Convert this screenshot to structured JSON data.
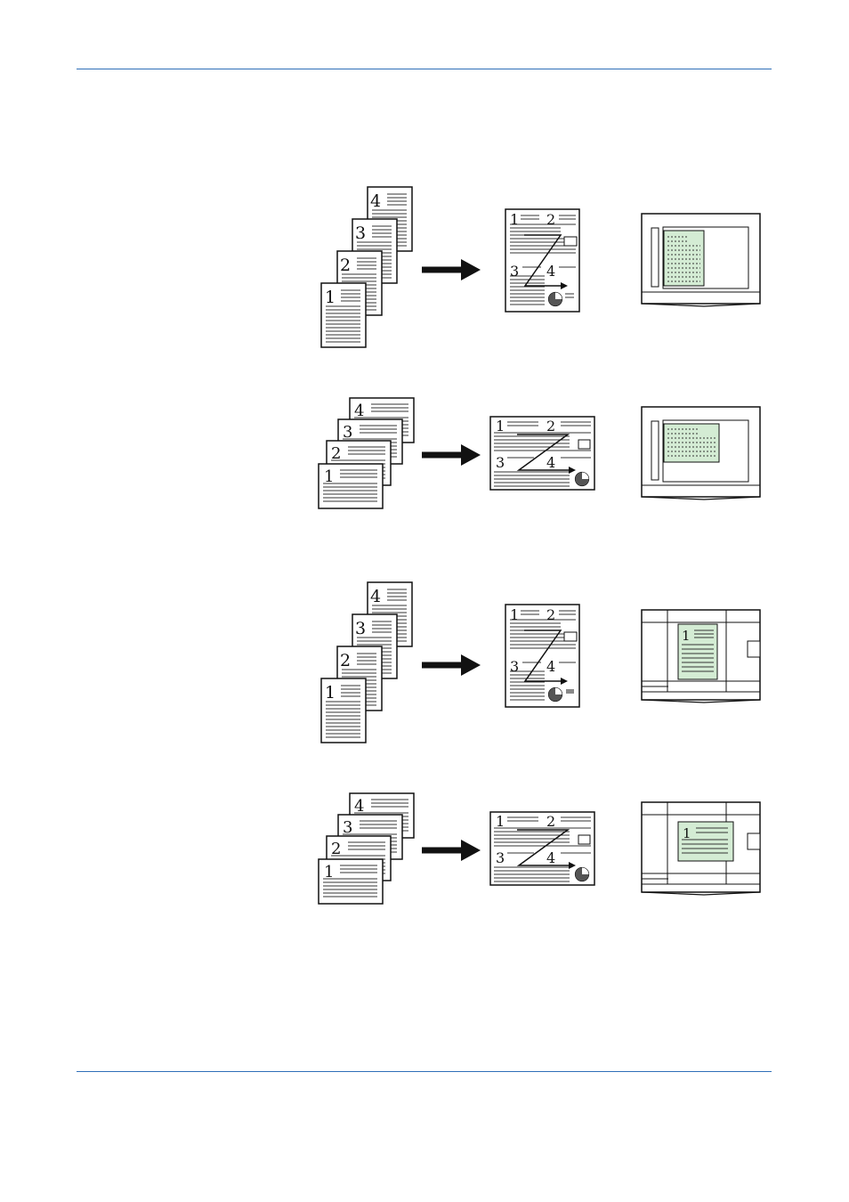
{
  "colors": {
    "rule": "#2f6fb8",
    "original_fill": "#d4ecd4",
    "ink": "#111111"
  },
  "page_numbers": [
    "1",
    "2",
    "3",
    "4"
  ],
  "diagrams": [
    {
      "id": "row1",
      "originals": "portrait",
      "output": "portrait-4in1",
      "placement": "glass-portrait"
    },
    {
      "id": "row2",
      "originals": "landscape",
      "output": "landscape-4in1",
      "placement": "glass-landscape"
    },
    {
      "id": "row3",
      "originals": "portrait",
      "output": "portrait-4in1",
      "placement": "document-processor-portrait",
      "placed_page": "1"
    },
    {
      "id": "row4",
      "originals": "landscape",
      "output": "landscape-4in1",
      "placement": "document-processor-landscape",
      "placed_page": "1"
    }
  ]
}
